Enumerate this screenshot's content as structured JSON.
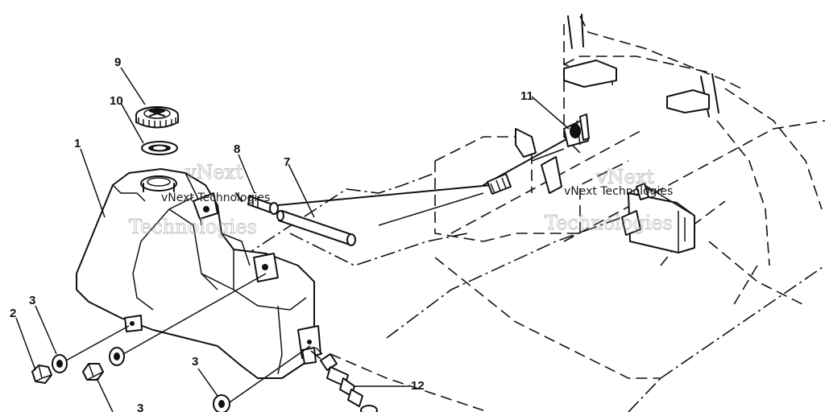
{
  "callouts": {
    "c1": "1",
    "c2": "2",
    "c3a": "3",
    "c3b": "3",
    "c3c": "3",
    "c7": "7",
    "c8": "8",
    "c9": "9",
    "c10": "10",
    "c11": "11",
    "c12": "12"
  },
  "watermarks": {
    "w1": "vNext",
    "w2": "Technologies",
    "w3": "vNext Technologies",
    "w4": "vNext",
    "w5": "vNext Technologies",
    "w6": "Technologies"
  }
}
